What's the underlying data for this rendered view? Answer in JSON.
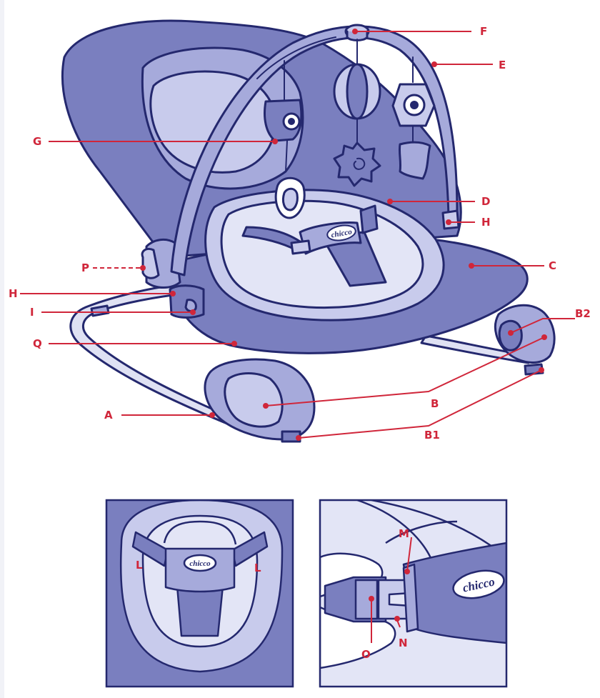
{
  "colors": {
    "outline": "#24286e",
    "dark_fabric": "#7a7fbf",
    "mid_fabric": "#a6aadb",
    "light_fabric": "#c8cbec",
    "pale_fabric": "#e3e5f6",
    "frame": "#dfe1f3",
    "leader": "#d0263a",
    "dot": "#d0263a"
  },
  "brand": {
    "logo": "chicco"
  },
  "labels": {
    "A": "A",
    "B": "B",
    "B1": "B1",
    "B2": "B2",
    "C": "C",
    "D": "D",
    "E": "E",
    "F": "F",
    "G": "G",
    "H_left": "H",
    "H_right": "H",
    "I": "I",
    "P": "P",
    "Q": "Q",
    "L_left": "L",
    "L_right": "L",
    "M": "M",
    "N": "N",
    "O": "O"
  }
}
